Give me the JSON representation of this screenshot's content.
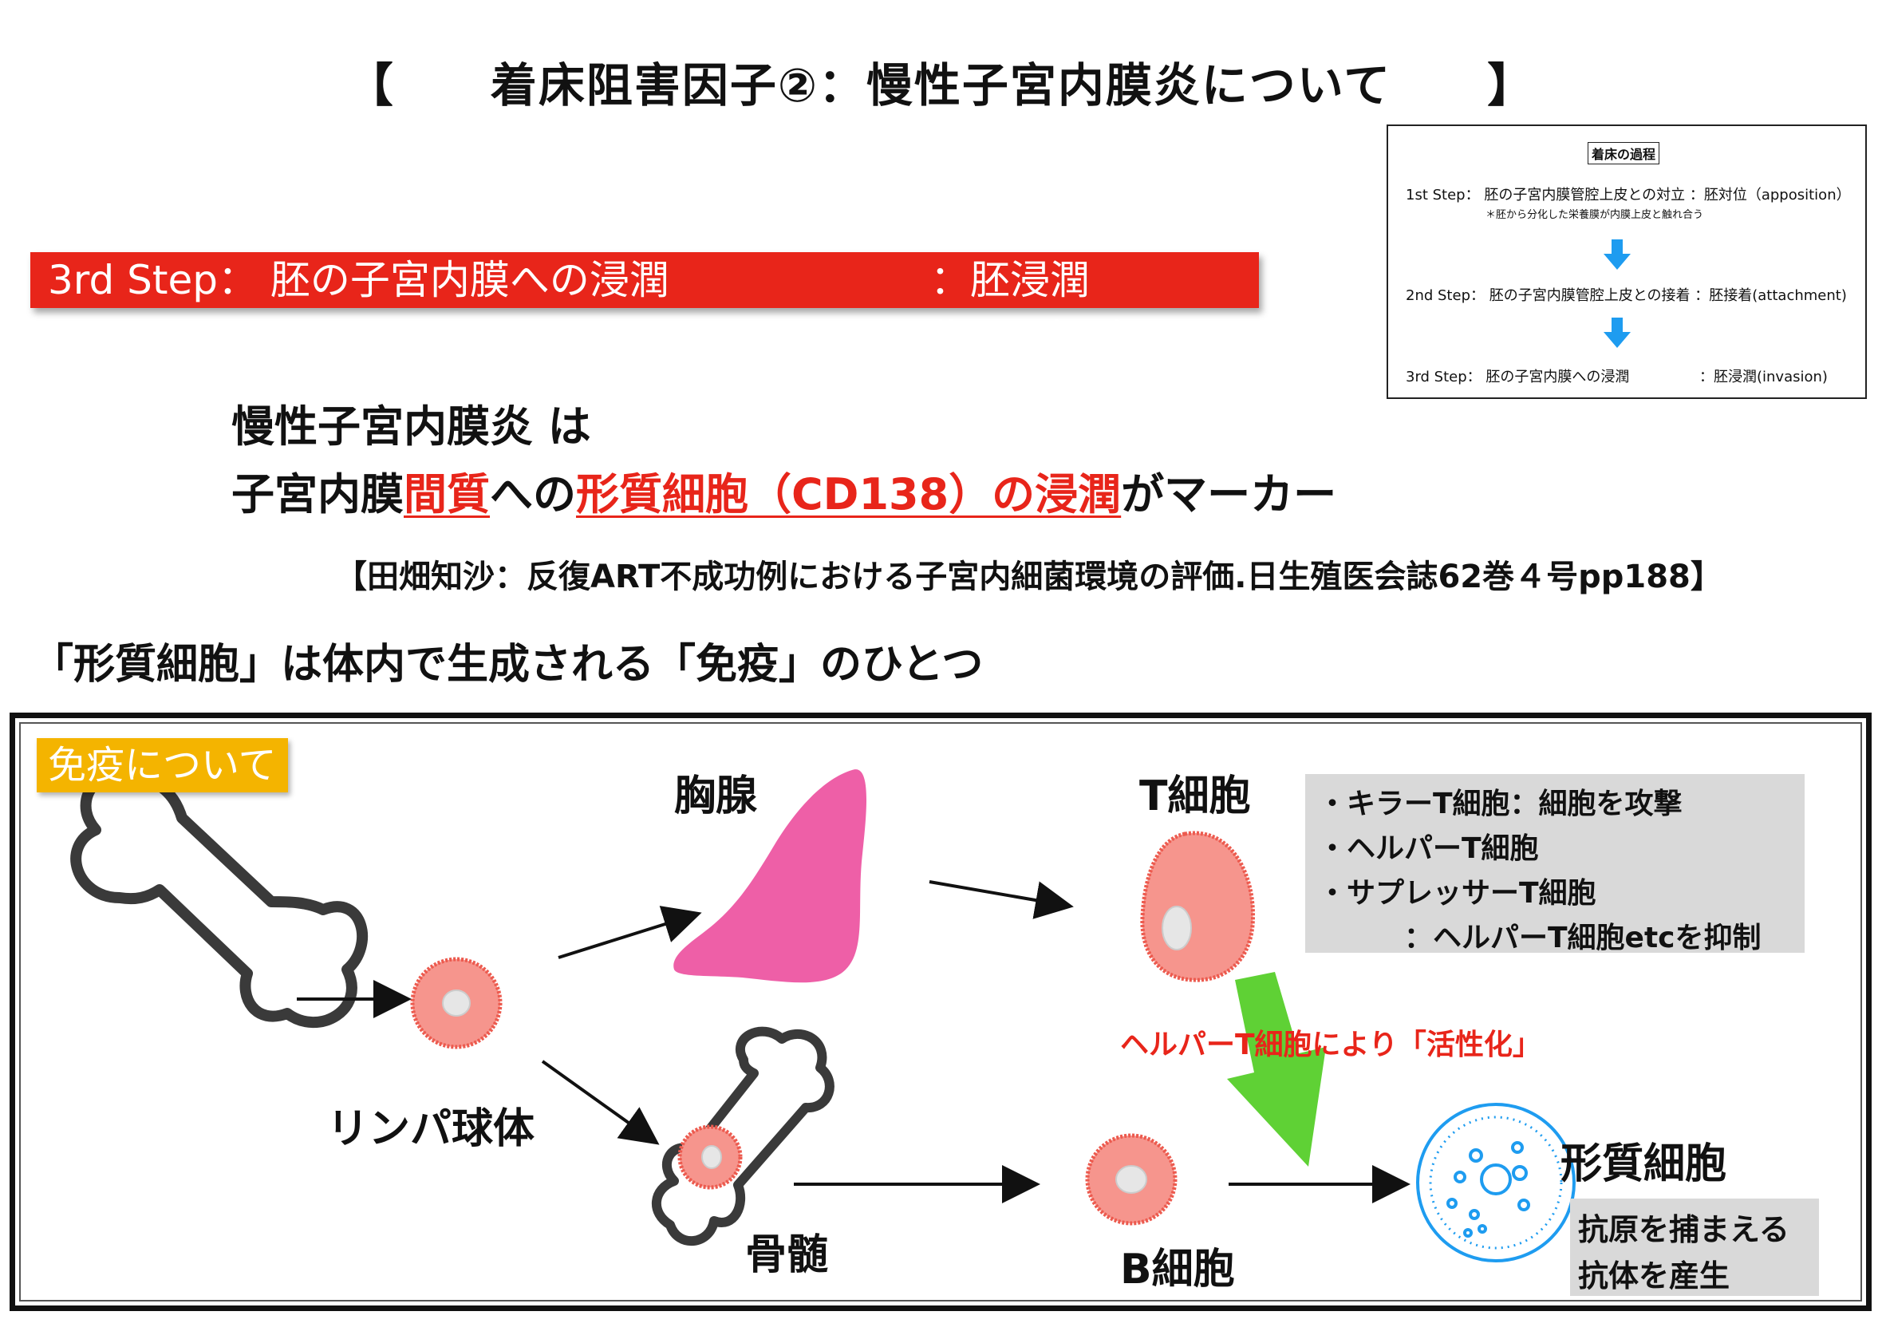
{
  "title": {
    "open": "【",
    "text": "着床阻害因子②：慢性子宮内膜炎について",
    "close": "】"
  },
  "step_banner": {
    "left": "3rd Step： 胚の子宮内膜への浸潤",
    "right": "：胚浸潤(invasion)"
  },
  "inset": {
    "header": "着床の過程",
    "step1": "1st  Step： 胚の子宮内膜管腔上皮との対立 ：胚対位（apposition）",
    "step1_note": "＊胚から分化した栄養膜が内膜上皮と触れ合う",
    "step2": "2nd Step： 胚の子宮内膜管腔上皮との接着 ：胚接着(attachment)",
    "step3": "3rd Step： 胚の子宮内膜への浸潤",
    "step3_right": "：胚浸潤(invasion)",
    "arrow_color": "#1e9cf0"
  },
  "statement": {
    "line1": "慢性子宮内膜炎 は",
    "line2_a": "子宮内膜",
    "line2_b": "間質",
    "line2_c": "への",
    "line2_d": "形質細胞（CD138）の浸潤",
    "line2_e": "がマーカー"
  },
  "citation": "【田畑知沙：反復ART不成功例における子宮内細菌環境の評価.日生殖医会誌62巻４号pp188】",
  "heading2": "「形質細胞」は体内で生成される「免疫」のひとつ",
  "diagram": {
    "badge": "免疫について",
    "thymus": "胸腺",
    "t_cell": "T細胞",
    "lymphocyte": "リンパ球体",
    "marrow": "骨髄",
    "b_cell": "B細胞",
    "plasma_cell": "形質細胞",
    "activation": "ヘルパーT細胞により「活性化」",
    "t_types": [
      "・キラーT細胞：細胞を攻撃",
      "・ヘルパーT細胞",
      "・サプレッサーT細胞",
      "：ヘルパーT細胞etcを抑制"
    ],
    "plasma_roles": [
      "抗原を捕まえる",
      "抗体を産生"
    ],
    "colors": {
      "red": "#e8251a",
      "thymus": "#ee5fa7",
      "cell": "#f6958d",
      "green_arrow": "#5fd135",
      "plasma": "#1e9cf0",
      "badge": "#f4b400"
    }
  }
}
